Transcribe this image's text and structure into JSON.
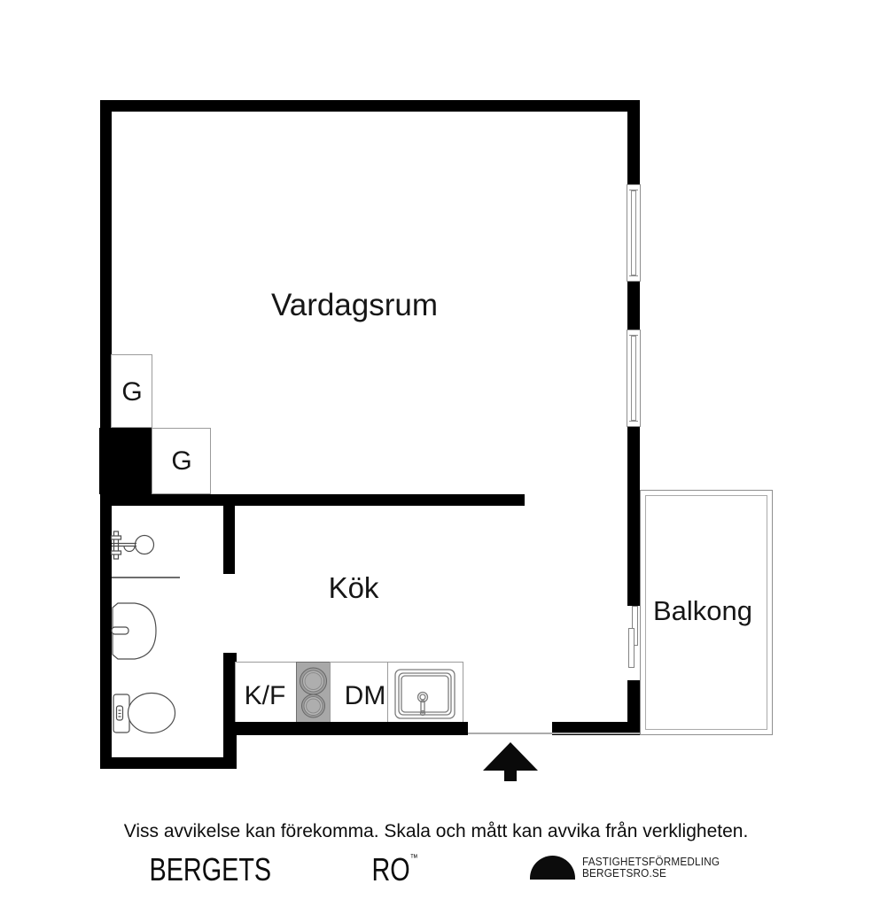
{
  "floorplan": {
    "rooms": [
      {
        "id": "vardagsrum",
        "label": "Vardagsrum"
      },
      {
        "id": "kok",
        "label": "Kök"
      },
      {
        "id": "balkong",
        "label": "Balkong"
      }
    ],
    "closets": [
      {
        "label": "G"
      },
      {
        "label": "G"
      }
    ],
    "appliances": [
      {
        "id": "fridge-freezer",
        "label": "K/F"
      },
      {
        "id": "dishwasher",
        "label": "DM"
      }
    ],
    "symbols": [
      "window",
      "window",
      "balcony-door",
      "shower",
      "washbasin",
      "toilet",
      "stove",
      "kitchen-sink",
      "entrance-arrow"
    ],
    "colors": {
      "wall": "#000000",
      "fixture_outline": "#555555",
      "light_outline": "#9b9b9b",
      "stove_fill": "#a8a8a8",
      "text": "#161616"
    }
  },
  "footer": {
    "disclaimer": "Viss avvikelse kan förekomma. Skala och mått kan avvika från verkligheten.",
    "brand_left": "BERGETS",
    "brand_right": "RO",
    "trademark": "™",
    "logo_caption_line1": "FASTIGHETSFÖRMEDLING",
    "logo_caption_line2": "BERGETSRO.SE"
  }
}
